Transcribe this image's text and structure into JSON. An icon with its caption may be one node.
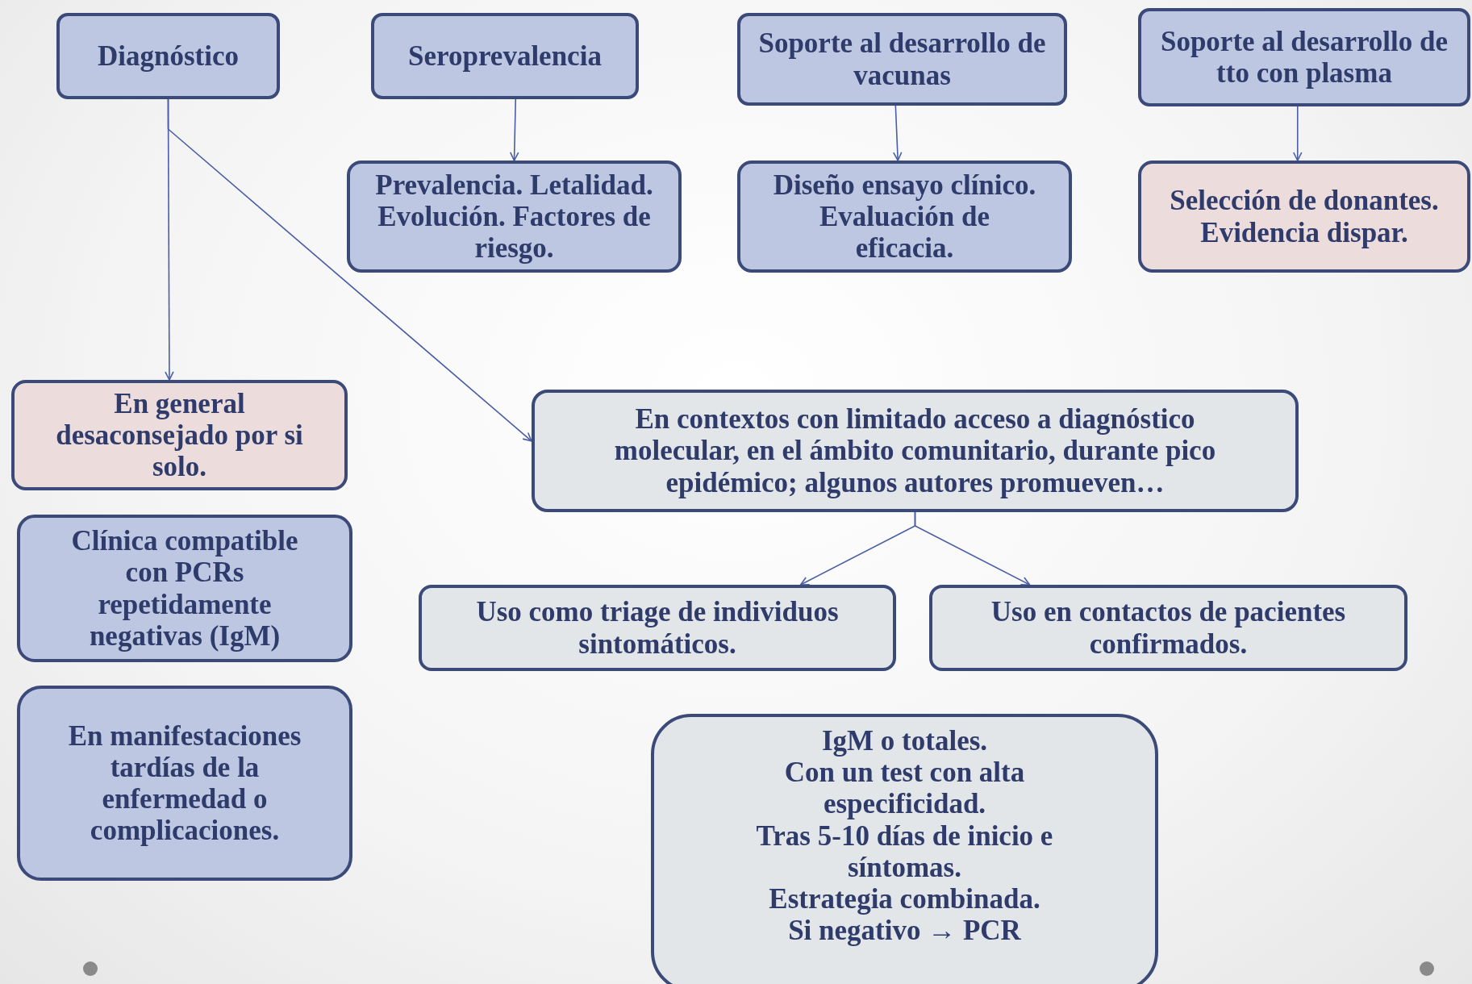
{
  "diagram": {
    "nodes": [
      {
        "text": [
          "Diagnóstico"
        ]
      },
      {
        "text": [
          "Seroprevalencia"
        ]
      },
      {
        "text": [
          "Soporte al desarrollo de vacunas"
        ]
      },
      {
        "text": [
          "Soporte al desarrollo de tto con plasma"
        ]
      },
      {
        "text": [
          "Prevalencia. Letalidad. Evolución. Factores de riesgo."
        ]
      },
      {
        "text": [
          "Diseño ensayo clínico. Evaluación de eficacia."
        ]
      },
      {
        "text": [
          "Selección de donantes. Evidencia dispar."
        ]
      },
      {
        "text": [
          "En general desaconsejado por si solo."
        ]
      },
      {
        "text": [
          "Clínica compatible con PCRs repetidamente negativas (IgM)"
        ]
      },
      {
        "text": [
          "En manifestaciones tardías de la enfermedad o complicaciones."
        ]
      },
      {
        "text": [
          "En contextos con limitado acceso a diagnóstico molecular, en el ámbito comunitario, durante pico epidémico; algunos autores promueven…"
        ]
      },
      {
        "text": [
          "Uso como triage de individuos sintomáticos."
        ]
      },
      {
        "text": [
          "Uso en contactos de pacientes confirmados."
        ]
      },
      {
        "text": [
          "IgM o totales.",
          "Con un test con alta especificidad.",
          "Tras 5-10 días de inicio e síntomas.",
          "Estrategia combinada.",
          "Si negativo → PCR"
        ]
      }
    ],
    "edges": [
      {
        "from": 1,
        "to": 4,
        "arrow": "to"
      },
      {
        "from": 2,
        "to": 5,
        "arrow": "to"
      },
      {
        "from": 3,
        "to": 6,
        "arrow": "to"
      },
      {
        "from": 0,
        "to": 7,
        "arrow": "to"
      },
      {
        "from": 0,
        "to": 10,
        "arrow": "to"
      },
      {
        "from": 10,
        "to": 11,
        "arrow": "to"
      },
      {
        "from": 10,
        "to": 12,
        "arrow": "to"
      }
    ]
  }
}
